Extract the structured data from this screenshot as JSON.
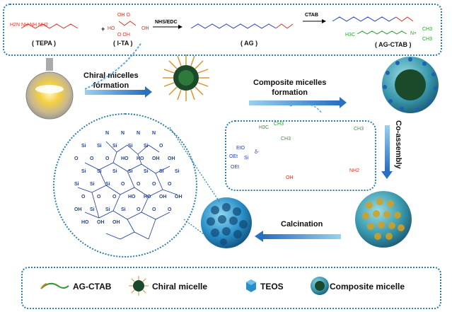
{
  "reaction": {
    "tepa_formula": "H2N   NH   NH   NH2",
    "tepa_label": "( TEPA )",
    "plus": "+",
    "lta_label": "( l-TA )",
    "lta_oh1": "OH O",
    "lta_ho": "HO",
    "lta_oh2": "OH",
    "lta_ohbot": "O OH",
    "nhs_edc": "NHS/EDC",
    "ag_label": "( AG )",
    "ctab": "CTAB",
    "agctab_label": "( AG-CTAB )",
    "h3c": "H3C",
    "ch3_a": "CH3",
    "ch3_b": "CH3",
    "n_plus": "N+"
  },
  "steps": {
    "chiral_formation": "Chiral micelles\nformation",
    "composite_formation": "Composite micelles\nformation",
    "coassembly": "Co-assembly",
    "calcination": "Calcination"
  },
  "composite_detail": {
    "h3c": "H3C",
    "ch3": "CH3",
    "ch3_tail": "CH3",
    "ch3_b": "CH3",
    "oet1": "OEt",
    "oet2": "OEt",
    "eto": "EtO",
    "si": "Si",
    "delta": "δ-",
    "oh": "OH",
    "nh2": "NH2"
  },
  "silica_network": {
    "labels": [
      "N",
      "N",
      "N",
      "N",
      "Si",
      "Si",
      "Si",
      "Si",
      "Si",
      "O",
      "O",
      "O",
      "O",
      "HO",
      "HO",
      "OH",
      "OH",
      "Si",
      "Si",
      "Si",
      "Si",
      "Si",
      "Si",
      "Si",
      "Si",
      "Si",
      "Si",
      "O",
      "O",
      "O",
      "O",
      "O",
      "O",
      "O",
      "HO",
      "HO",
      "OH",
      "OH",
      "OH",
      "Si",
      "Si",
      "Si",
      "O",
      "O",
      "O",
      "HO",
      "OH",
      "OH"
    ]
  },
  "legend": {
    "agctab": "AG-CTAB",
    "chiral": "Chiral micelle",
    "teos": "TEOS",
    "composite": "Composite micelle"
  },
  "colors": {
    "box_border": "#2a7fa8",
    "arrow": "#3a8fd0",
    "silica": "#1a5aa0",
    "sphere": "#2a8fc8"
  }
}
